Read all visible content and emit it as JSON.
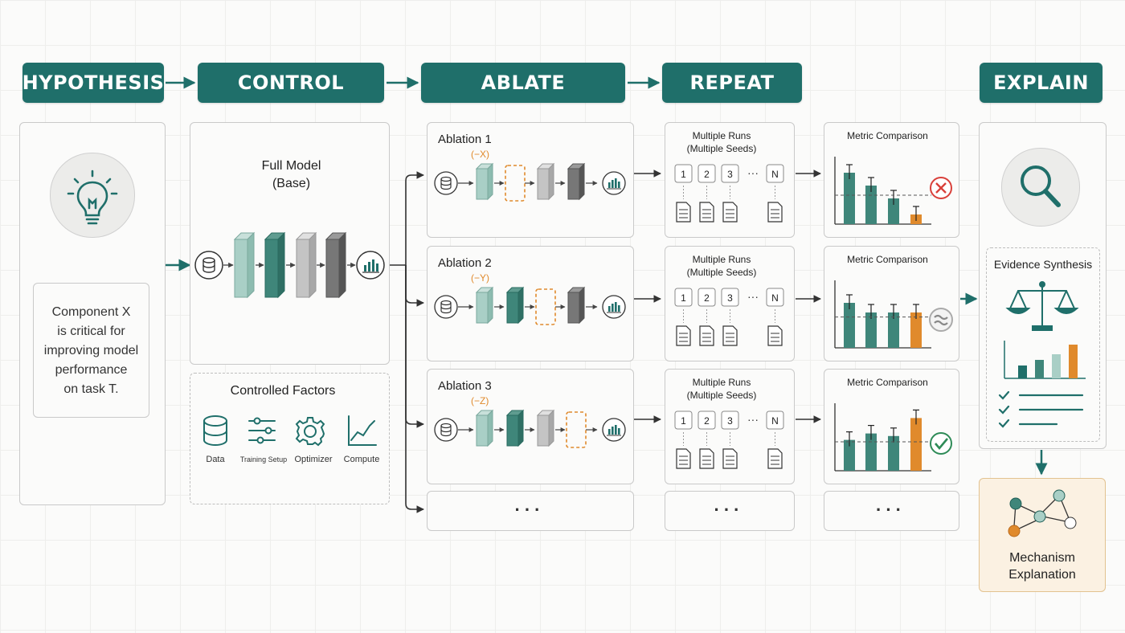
{
  "stages": {
    "hypothesis": "HYPOTHESIS",
    "control": "CONTROL",
    "ablate": "ABLATE",
    "repeat": "REPEAT",
    "explain": "EXPLAIN"
  },
  "hypothesis": {
    "statement_lines": [
      "Component X",
      "is critical for",
      "improving model",
      "performance",
      "on task T."
    ],
    "icon": "lightbulb-icon"
  },
  "control": {
    "full_model_title": "Full Model",
    "full_model_subtitle": "(Base)",
    "controlled_factors_title": "Controlled Factors",
    "factors": [
      {
        "label": "Data",
        "icon": "database-icon"
      },
      {
        "label": "Training Setup",
        "icon": "sliders-icon"
      },
      {
        "label": "Optimizer",
        "icon": "gear-icon"
      },
      {
        "label": "Compute",
        "icon": "line-chart-icon"
      }
    ]
  },
  "ablations": [
    {
      "title": "Ablation 1",
      "removed": "(−X)",
      "result": "Metric Comparison",
      "outcome_icon": "cross-icon",
      "bars": [
        0.8,
        0.6,
        0.4,
        0.15
      ],
      "baseline": 0.45
    },
    {
      "title": "Ablation 2",
      "removed": "(−Y)",
      "result": "Metric Comparison",
      "outcome_icon": "approx-equal-icon",
      "bars": [
        0.7,
        0.55,
        0.55,
        0.55
      ],
      "baseline": 0.48
    },
    {
      "title": "Ablation 3",
      "removed": "(−Z)",
      "result": "Metric Comparison",
      "outcome_icon": "check-icon",
      "bars": [
        0.48,
        0.58,
        0.54,
        0.82
      ],
      "baseline": 0.45
    }
  ],
  "repeat": {
    "runs_title": "Multiple Runs",
    "runs_subtitle": "(Multiple Seeds)",
    "seeds": [
      "1",
      "2",
      "3",
      "N"
    ],
    "dots": "···"
  },
  "ellipsis": "···",
  "explain": {
    "evidence_title": "Evidence Synthesis",
    "mechanism_lines": [
      "Mechanism",
      "Explanation"
    ],
    "icon": "magnifier-icon"
  },
  "colors": {
    "teal": "#1f6f6a",
    "teal_light": "#a9cfc6",
    "gray": "#bdbdbd",
    "dark_gray": "#666666",
    "orange": "#e08a2c",
    "red": "#d9403a",
    "green": "#2e8b57",
    "cream": "#fbf1e2"
  }
}
